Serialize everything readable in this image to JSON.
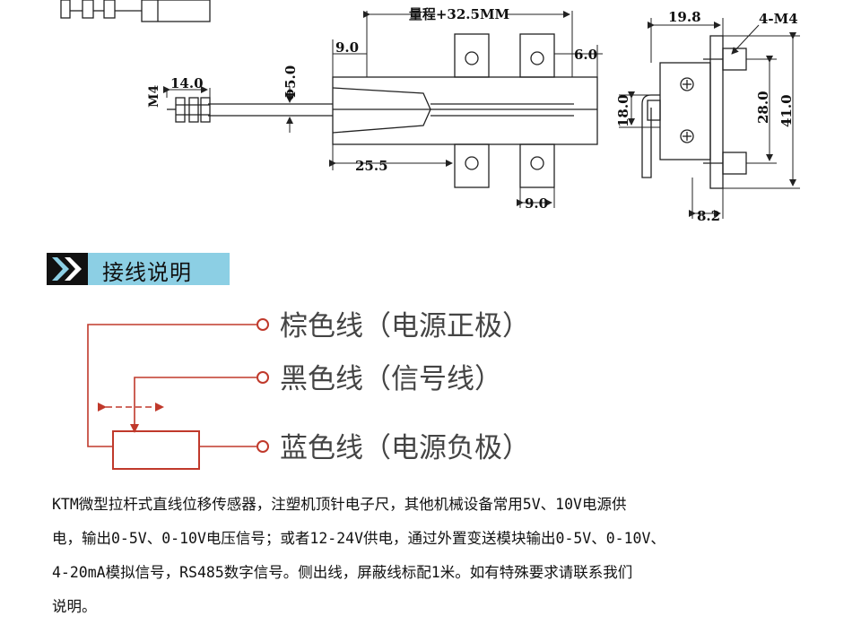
{
  "dimensions": {
    "range": "量程+32.5MM",
    "d_9_0_top": "9.0",
    "d_6_0": "6.0",
    "d_25_5": "25.5",
    "d_9_0_bottom": "9.0",
    "d_phi5": "Φ5.0",
    "d_14_0": "14.0",
    "d_m4": "M4",
    "d_19_8": "19.8",
    "d_4m4": "4-M4",
    "d_18_0": "18.0",
    "d_28_0": "28.0",
    "d_41_0": "41.0",
    "d_8_2": "8.2"
  },
  "section": {
    "title": "接线说明"
  },
  "wiring": {
    "brown": "棕色线（电源正极）",
    "black": "黑色线（信号线）",
    "blue": "蓝色线（电源负极）"
  },
  "description": {
    "line1": "KTM微型拉杆式直线位移传感器，注塑机顶针电子尺，其他机械设备常用5V、10V电源供",
    "line2": "电，输出0-5V、0-10V电压信号；或者12-24V供电，通过外置变送模块输出0-5V、0-10V、",
    "line3": "4-20mA模拟信号，RS485数字信号。侧出线，屏蔽线标配1米。如有特殊要求请联系我们",
    "line4": "说明。"
  },
  "colors": {
    "header_black": "#111111",
    "header_blue": "#8ccfe4",
    "wire": "#c0392b",
    "line": "#222222"
  }
}
